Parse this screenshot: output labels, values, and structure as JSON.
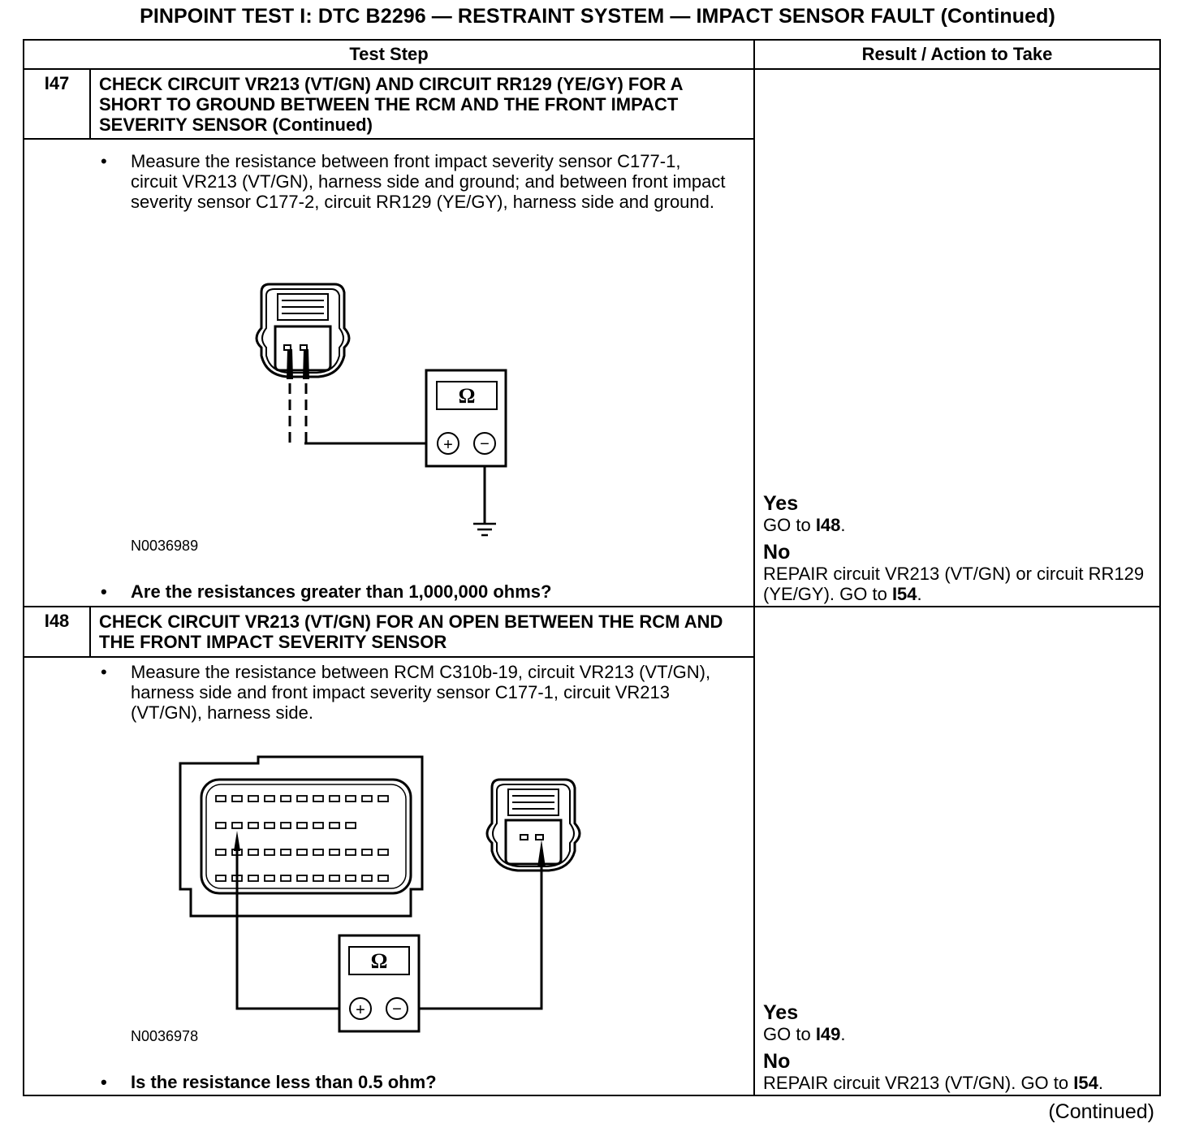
{
  "title": "PINPOINT TEST I: DTC B2296 — RESTRAINT SYSTEM — IMPACT SENSOR FAULT (Continued)",
  "table": {
    "col_step": "Test Step",
    "col_result": "Result / Action to Take"
  },
  "steps": [
    {
      "id": "I47",
      "title": "CHECK CIRCUIT VR213 (VT/GN) AND CIRCUIT RR129 (YE/GY) FOR A SHORT TO GROUND BETWEEN THE RCM AND THE FRONT IMPACT SEVERITY SENSOR (Continued)",
      "instruction": "Measure the resistance between front impact severity sensor C177-1, circuit VR213 (VT/GN), harness side and ground; and between front impact severity sensor C177-2, circuit RR129 (YE/GY), harness side and ground.",
      "figure_id": "N0036989",
      "question": "Are the resistances greater than 1,000,000 ohms?",
      "meter_symbol": "Ω",
      "plus": "+",
      "minus": "−",
      "yes_label": "Yes",
      "yes_pre": "GO to ",
      "yes_target": "I48",
      "yes_post": ".",
      "no_label": "No",
      "no_pre": "REPAIR circuit VR213 (VT/GN) or circuit RR129 (YE/GY). GO to ",
      "no_target": "I54",
      "no_post": "."
    },
    {
      "id": "I48",
      "title": "CHECK CIRCUIT VR213 (VT/GN) FOR AN OPEN BETWEEN THE RCM AND THE FRONT IMPACT SEVERITY SENSOR",
      "instruction": "Measure the resistance between RCM C310b-19, circuit VR213 (VT/GN), harness side and front impact severity sensor C177-1, circuit VR213 (VT/GN), harness side.",
      "figure_id": "N0036978",
      "question": "Is the resistance less than 0.5 ohm?",
      "meter_symbol": "Ω",
      "plus": "+",
      "minus": "−",
      "yes_label": "Yes",
      "yes_pre": "GO to ",
      "yes_target": "I49",
      "yes_post": ".",
      "no_label": "No",
      "no_pre": "REPAIR circuit VR213 (VT/GN). GO to ",
      "no_target": "I54",
      "no_post": "."
    }
  ],
  "bullet": "•",
  "continued": "(Continued)"
}
